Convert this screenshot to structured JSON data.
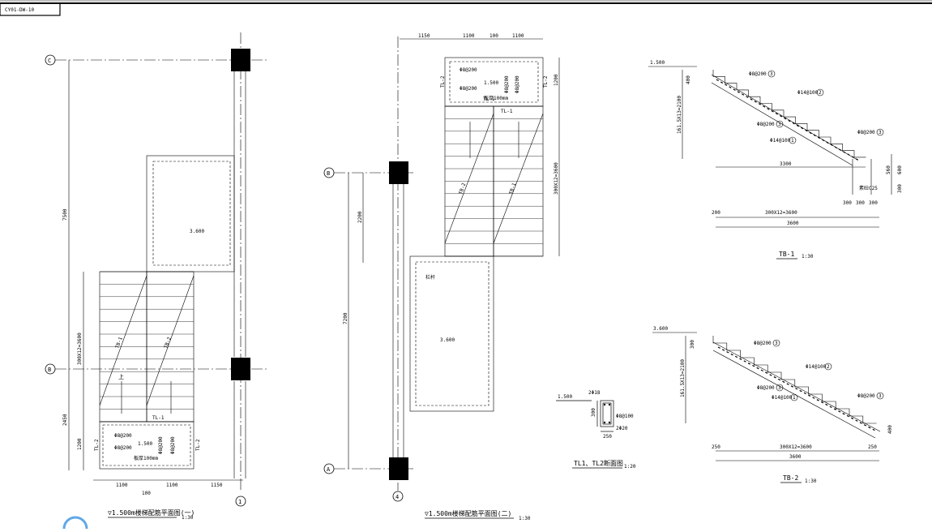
{
  "sheet": {
    "code": "CY01-DW-10"
  },
  "plan1": {
    "title": "▽1.500m楼梯配筋平面图(一)",
    "scale": "1:30",
    "axes": {
      "c": "C",
      "b": "B",
      "one": "1"
    },
    "dims": {
      "h7500": "7500",
      "h300x12": "300X12=3600",
      "h2450": "2450",
      "h1200": "1200",
      "w1100a": "1100",
      "w100": "100",
      "w1100b": "1100",
      "w1150": "1150"
    },
    "level": "3.600",
    "flight_left": "TB-1",
    "flight_right": "TB-2",
    "up": "上",
    "beam_tl1": "TL-1",
    "beam_tl2a": "TL-2",
    "beam_tl2b": "TL-2",
    "rebar_a": "Φ8@200",
    "rebar_b": "Φ8@200",
    "rebar_c": "Φ8@200",
    "rebar_d": "Φ8@200",
    "landing_level": "1.500",
    "slab": "板厚100mm"
  },
  "plan2": {
    "title": "▽1.500m楼梯配筋平面图(二)",
    "scale": "1:30",
    "axes": {
      "b": "B",
      "a": "A",
      "four": "4"
    },
    "dims": {
      "w1150": "1150",
      "w1100a": "1100",
      "w100": "100",
      "w1100b": "1100",
      "v1200": "1200",
      "v300x12": "300X12=3600",
      "v2200": "2200",
      "v7200": "7200"
    },
    "level": "3.600",
    "landing_level": "1.500",
    "flight_left": "TB-2",
    "flight_right": "TB-1",
    "beam_tl1": "TL-1",
    "beam_tl2a": "TL-2",
    "beam_tl2b": "TL-2",
    "rebar_a": "Φ8@200",
    "rebar_b": "Φ8@200",
    "rebar_c": "Φ8@200",
    "rebar_d": "Φ8@200",
    "slab": "板厚100mm",
    "tag": "TL-1",
    "railing": "栏杆"
  },
  "tb1": {
    "title": "TB-1",
    "scale": "1:30",
    "level": "1.500",
    "dims": {
      "v400": "400",
      "vrise": "161.5X13=2100",
      "h3300": "3300",
      "v560": "560",
      "v600": "600",
      "v300": "300",
      "h300a": "300",
      "h300b": "300",
      "h300c": "300",
      "h200": "200",
      "h300x12": "300X12=3600",
      "h3600": "3600"
    },
    "notes": {
      "c25": "素砼C25"
    },
    "rebars": [
      {
        "text": "Φ8@200",
        "num": "3"
      },
      {
        "text": "Φ14@100",
        "num": "2"
      },
      {
        "text": "Φ8@200",
        "num": "3"
      },
      {
        "text": "Φ14@100",
        "num": "1"
      },
      {
        "text": "Φ8@200",
        "num": "3"
      }
    ]
  },
  "tb2": {
    "title": "TB-2",
    "scale": "1:30",
    "level": "3.600",
    "dims": {
      "v300": "300",
      "vrise": "161.5X13=2100",
      "h250a": "250",
      "h300x12": "300X12=3600",
      "h250b": "250",
      "h3600": "3600",
      "v400": "400"
    },
    "rebars": [
      {
        "text": "Φ8@200",
        "num": "3"
      },
      {
        "text": "Φ14@100",
        "num": "2"
      },
      {
        "text": "Φ8@200",
        "num": "3"
      },
      {
        "text": "Φ14@100",
        "num": "1"
      },
      {
        "text": "Φ8@200",
        "num": "3"
      }
    ]
  },
  "section": {
    "title": "TL1、TL2断面图",
    "scale": "1:20",
    "level": "1.500",
    "top": "2Φ18",
    "stirrup": "Φ8@100",
    "bottom": "2Φ20",
    "h": "300",
    "w": "250"
  }
}
